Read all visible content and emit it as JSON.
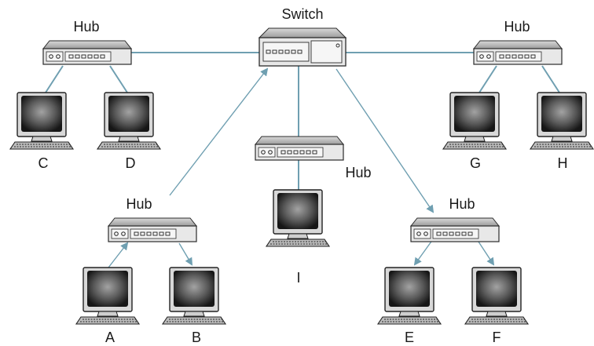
{
  "labels": {
    "switch": "Switch",
    "hub_left": "Hub",
    "hub_right": "Hub",
    "hub_center": "Hub",
    "hub_bottom_left": "Hub",
    "hub_bottom_right": "Hub",
    "pc_a": "A",
    "pc_b": "B",
    "pc_c": "C",
    "pc_d": "D",
    "pc_e": "E",
    "pc_f": "F",
    "pc_g": "G",
    "pc_h": "H",
    "pc_i": "I"
  },
  "colors": {
    "link": "#6f9fb1",
    "device_body": "#e3e3e3",
    "device_edge": "#2b2b2b",
    "screen_center": "#9a9a9a",
    "screen_edge": "#161616"
  }
}
